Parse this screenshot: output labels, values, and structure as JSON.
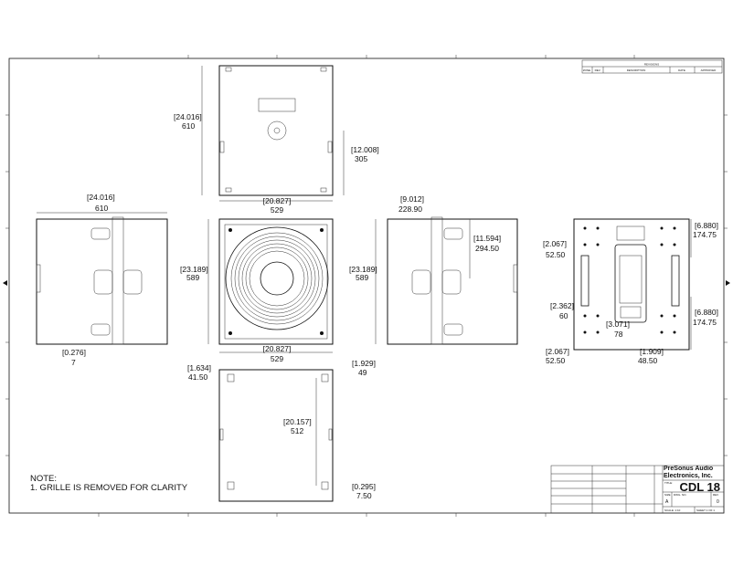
{
  "note": {
    "title": "NOTE:",
    "line1": "1. GRILLE IS REMOVED FOR CLARITY"
  },
  "revisions": {
    "title": "REVISIONS",
    "cols": [
      "ZONE",
      "REV.",
      "DESCRIPTION",
      "DATE",
      "APPROVED"
    ]
  },
  "title_block": {
    "company": "PreSonus Audio Electronics, Inc.",
    "title_label": "TITLE:",
    "title": "CDL 18",
    "size_label": "SIZE",
    "size": "A",
    "dwg_label": "DWG. NO.",
    "rev_label": "REV",
    "rev": "0",
    "scale": "SCALE: 1:10",
    "sheet": "SHEET 1 OF 1"
  },
  "dims": {
    "top_height": [
      "24.016",
      "610"
    ],
    "top_half": [
      "12.008",
      "305"
    ],
    "top_width": [
      "20.827",
      "529"
    ],
    "side_width": [
      "24.016",
      "610"
    ],
    "side_foot": [
      "0.276",
      "7"
    ],
    "front_height": [
      "23.189",
      "589"
    ],
    "front_width": [
      "20.827",
      "529"
    ],
    "rside_depth": [
      "9.012",
      "228.90"
    ],
    "rside_handle": [
      "11.594",
      "294.50"
    ],
    "rside_height": [
      "23.189",
      "589"
    ],
    "back_top": [
      "6.880",
      "174.75"
    ],
    "back_bottom": [
      "6.880",
      "174.75"
    ],
    "back_left1": [
      "2.067",
      "52.50"
    ],
    "back_left2": [
      "2.362",
      "60"
    ],
    "back_mid": [
      "3.071",
      "78"
    ],
    "back_left3": [
      "2.067",
      "52.50"
    ],
    "back_right": [
      "1.909",
      "48.50"
    ],
    "bottom_left": [
      "1.634",
      "41.50"
    ],
    "bottom_right": [
      "1.929",
      "49"
    ],
    "bottom_span": [
      "20.157",
      "512"
    ],
    "bottom_foot": [
      "0.295",
      "7.50"
    ]
  }
}
